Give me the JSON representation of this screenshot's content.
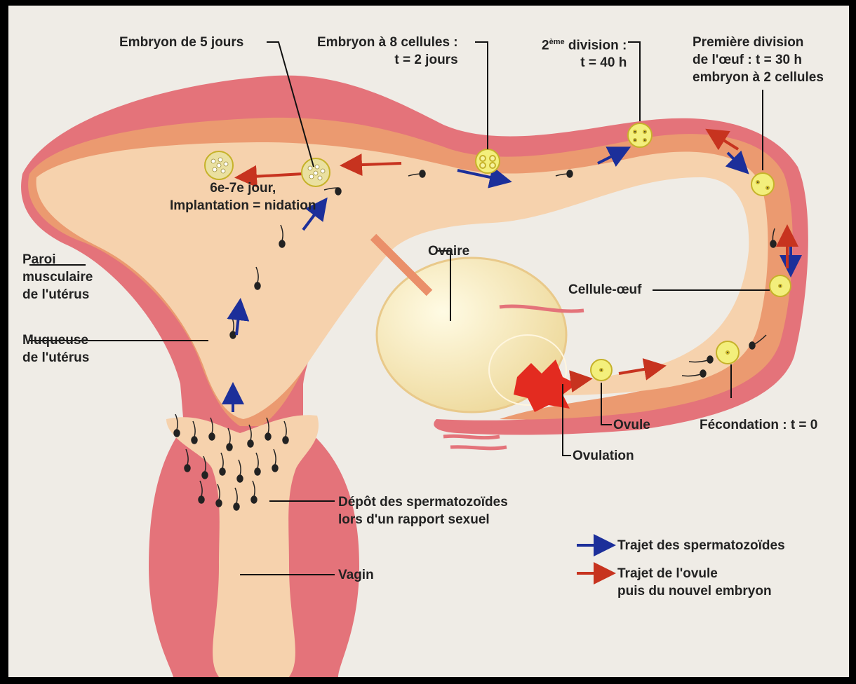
{
  "labels": {
    "embryon_5_jours": "Embryon de 5 jours",
    "embryon_8_cellules": [
      "Embryon à 8 cellules :",
      "t = 2 jours"
    ],
    "deuxieme_division_prefix": "2",
    "deuxieme_division_sup": "ème",
    "deuxieme_division_rest": " division :",
    "deuxieme_division_time": "t = 40 h",
    "premiere_division": [
      "Première division",
      "de l'œuf : t = 30 h",
      "embryon à 2 cellules"
    ],
    "implantation": [
      "6e-7e jour,",
      "Implantation = nidation"
    ],
    "paroi": [
      "Paroi",
      "musculaire",
      "de l'utérus"
    ],
    "muqueuse": [
      "Muqueuse",
      "de l'utérus"
    ],
    "ovaire": "Ovaire",
    "cellule_oeuf": "Cellule-œuf",
    "ovule": "Ovule",
    "fecondation": "Fécondation : t = 0",
    "ovulation": "Ovulation",
    "depot": [
      "Dépôt des spermatozoïdes",
      "lors d'un rapport sexuel"
    ],
    "vagin": "Vagin"
  },
  "legend": {
    "sperm_path": "Trajet des spermatozoïdes",
    "ovule_path": [
      "Trajet de l'ovule",
      "puis du nouvel embryon"
    ]
  },
  "colors": {
    "background": "#efece6",
    "muscle": "#e4737a",
    "mucosa": "#eb9a70",
    "cavity": "#f6d2ad",
    "egg": "#f3ef7c",
    "sperm_arrow": "#1c2f9a",
    "ovule_arrow": "#c7331f",
    "ovary": "#f5e9b2"
  }
}
